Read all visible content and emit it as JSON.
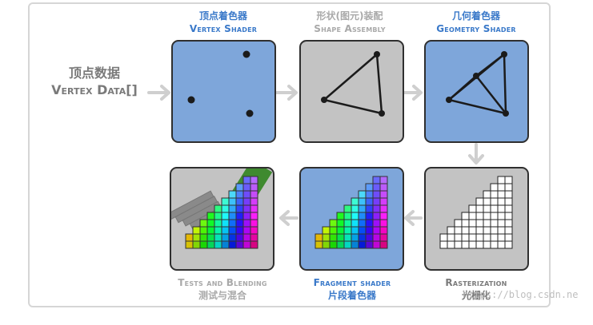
{
  "input": {
    "title_cn": "顶点数据",
    "title_en": "Vertex Data[]"
  },
  "stages": {
    "vertex_shader": {
      "cn": "顶点着色器",
      "en": "Vertex Shader"
    },
    "shape_assembly": {
      "cn": "形状(图元)装配",
      "en": "Shape Assembly"
    },
    "geometry_shader": {
      "cn": "几何着色器",
      "en": "Geometry Shader"
    },
    "rasterization": {
      "en": "Rasterization",
      "cn": "光栅化"
    },
    "fragment_shader": {
      "en": "Fragment shader",
      "cn": "片段着色器"
    },
    "tests_blending": {
      "en": "Tests and Blending",
      "cn": "测试与混合"
    }
  },
  "watermark": "https://blog.csdn.ne",
  "colors": {
    "programmable": "#7ea6da",
    "fixed": "#c3c3c3",
    "label_blue": "#3a79c9",
    "label_gray": "#a9a9a9",
    "arrow": "#cfcfcf"
  }
}
